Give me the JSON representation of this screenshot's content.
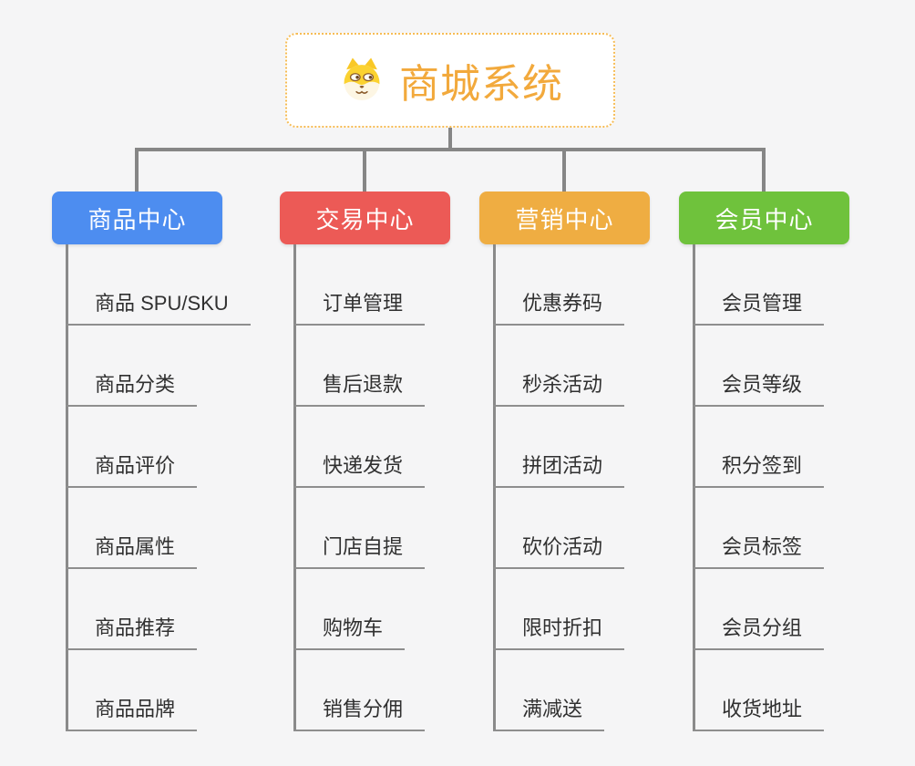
{
  "root": {
    "title": "商城系统",
    "icon": "shiba-dog-icon",
    "accent_color": "#f2a93c",
    "border_color": "#f6bc55"
  },
  "connector_color": "#868686",
  "branches": [
    {
      "id": "product-center",
      "label": "商品中心",
      "color": "#4d8df0",
      "items": [
        "商品 SPU/SKU",
        "商品分类",
        "商品评价",
        "商品属性",
        "商品推荐",
        "商品品牌"
      ]
    },
    {
      "id": "trade-center",
      "label": "交易中心",
      "color": "#ec5a56",
      "items": [
        "订单管理",
        "售后退款",
        "快递发货",
        "门店自提",
        "购物车",
        "销售分佣"
      ]
    },
    {
      "id": "marketing-center",
      "label": "营销中心",
      "color": "#efad42",
      "items": [
        "优惠券码",
        "秒杀活动",
        "拼团活动",
        "砍价活动",
        "限时折扣",
        "满减送"
      ]
    },
    {
      "id": "member-center",
      "label": "会员中心",
      "color": "#6fc23c",
      "items": [
        "会员管理",
        "会员等级",
        "积分签到",
        "会员标签",
        "会员分组",
        "收货地址"
      ]
    }
  ]
}
